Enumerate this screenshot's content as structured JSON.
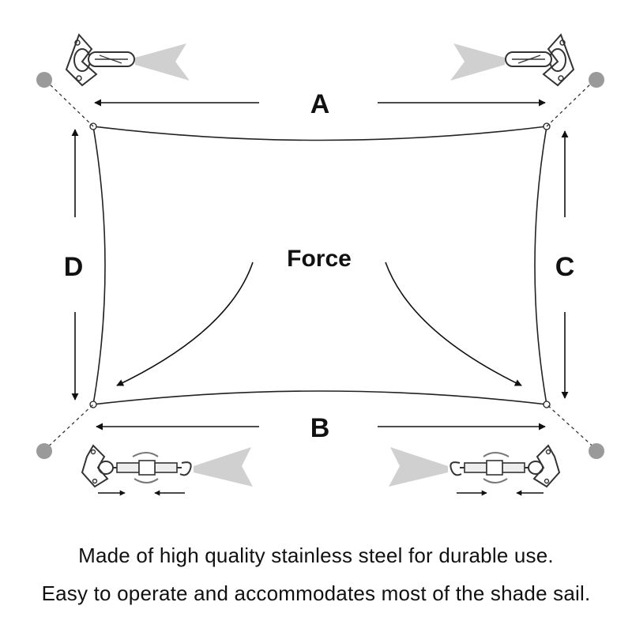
{
  "labels": {
    "side_top": "A",
    "side_bottom": "B",
    "side_right": "C",
    "side_left": "D",
    "center": "Force"
  },
  "captions": {
    "line1": "Made of high quality stainless steel for durable use.",
    "line2": "Easy to operate and accommodates most of the shade sail."
  },
  "colors": {
    "line": "#111111",
    "anchor_point": "#9a9a9a",
    "hardware": "#333333",
    "light_beam": "#cfcfcf"
  },
  "icons": {
    "top_corners": "d-ring-carabiner-icon",
    "bottom_corners": "turnbuckle-icon",
    "anchor_points": "anchor-point-icon"
  }
}
